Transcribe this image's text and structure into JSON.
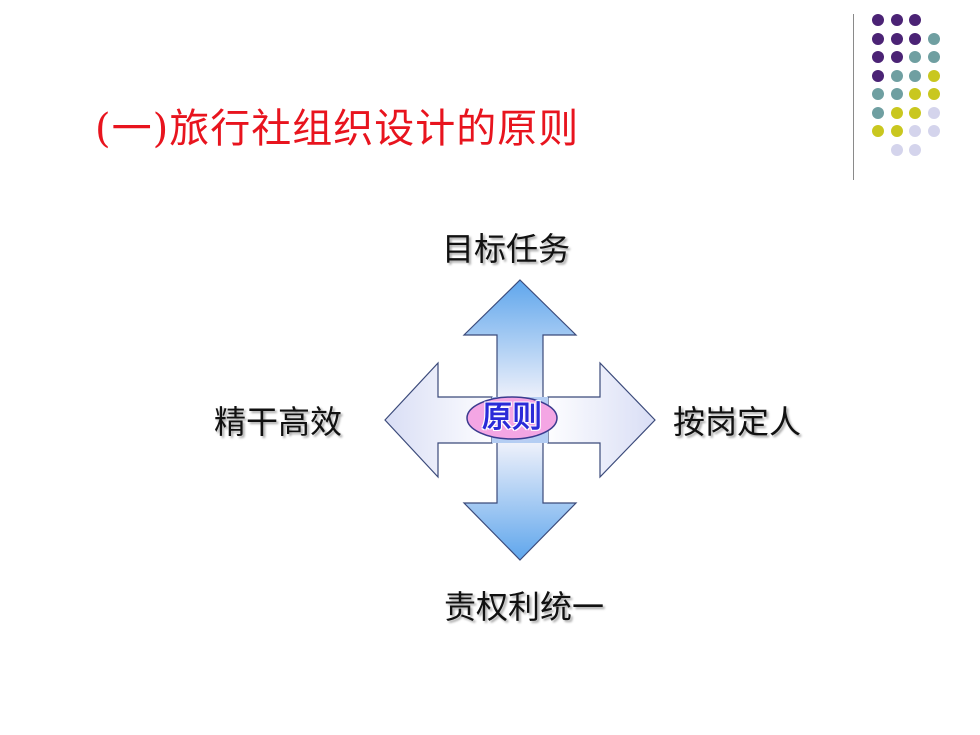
{
  "slide": {
    "title": "(一)旅行社组织设计的原则",
    "center": "原则",
    "labels": {
      "top": "目标任务",
      "left": "精干高效",
      "right": "按岗定人",
      "bottom": "责权利统一"
    }
  },
  "colors": {
    "title": "#e8141e",
    "arrow_fill_start": "#5fa6ec",
    "arrow_fill_end": "#f3f3fb",
    "ellipse_fill": "#f4a6e4",
    "center_text": "#2b2bd8",
    "dot_purple": "#4b2375",
    "dot_teal": "#6f9fa1",
    "dot_yellow": "#c9c71f",
    "dot_lavender": "#d4d4ec"
  },
  "decoration": {
    "dot_grid": [
      [
        "purple",
        "purple",
        "purple",
        "none"
      ],
      [
        "purple",
        "purple",
        "purple",
        "teal"
      ],
      [
        "purple",
        "purple",
        "teal",
        "teal"
      ],
      [
        "purple",
        "teal",
        "teal",
        "yellow"
      ],
      [
        "teal",
        "teal",
        "yellow",
        "yellow"
      ],
      [
        "teal",
        "yellow",
        "yellow",
        "lavender"
      ],
      [
        "yellow",
        "yellow",
        "lavender",
        "lavender"
      ],
      [
        "none",
        "lavender",
        "lavender",
        "none"
      ]
    ]
  }
}
